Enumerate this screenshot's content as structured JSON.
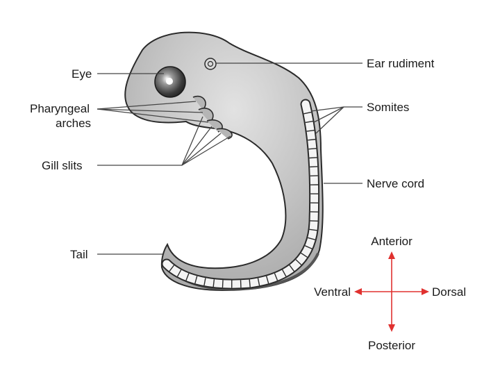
{
  "labels": {
    "eye": "Eye",
    "pharyngeal_line1": "Pharyngeal",
    "pharyngeal_line2": "arches",
    "gill_slits": "Gill slits",
    "tail": "Tail",
    "ear_rudiment": "Ear rudiment",
    "somites": "Somites",
    "nerve_cord": "Nerve cord"
  },
  "compass": {
    "anterior": "Anterior",
    "posterior": "Posterior",
    "ventral": "Ventral",
    "dorsal": "Dorsal"
  },
  "colors": {
    "body_fill": "#bdbdbd",
    "body_highlight": "#dcdcdc",
    "outline": "#2a2a2a",
    "compass_arrow": "#e0312f"
  }
}
